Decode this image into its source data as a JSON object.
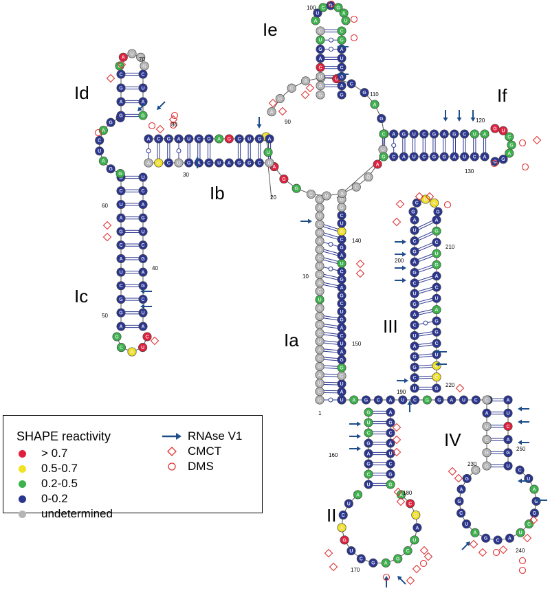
{
  "colors": {
    "high": "#e0203c",
    "mid": "#f2e224",
    "low": "#3bb24a",
    "none": "#2b3690",
    "undetermined": "#b5b5b5",
    "probe": "#e03030",
    "rnase": "#1e4d8a"
  },
  "domains": {
    "ia": "Ia",
    "ib": "Ib",
    "ic": "Ic",
    "id": "Id",
    "ie": "Ie",
    "if": "If",
    "ii": "II",
    "iii": "III",
    "iv": "IV"
  },
  "numbers": {
    "n1": "1",
    "n10": "10",
    "n20": "20",
    "n30": "30",
    "n40": "40",
    "n50": "50",
    "n60": "60",
    "n70": "70",
    "n80": "80",
    "n90": "90",
    "n100": "100",
    "n110": "110",
    "n120": "120",
    "n130": "130",
    "n140": "140",
    "n150": "150",
    "n160": "160",
    "n170": "170",
    "n180": "180",
    "n190": "190",
    "n200": "200",
    "n210": "210",
    "n220": "220",
    "n230": "230",
    "n240": "240",
    "n250": "250"
  },
  "legend": {
    "title": "SHAPE reactivity",
    "levels": [
      {
        "label": "> 0.7",
        "color": "#e0203c"
      },
      {
        "label": "0.5-0.7",
        "color": "#f2e224"
      },
      {
        "label": "0.2-0.5",
        "color": "#3bb24a"
      },
      {
        "label": "0-0.2",
        "color": "#2b3690"
      },
      {
        "label": "undetermined",
        "color": "#b5b5b5"
      }
    ],
    "probes": {
      "rnase": "RNAse V1",
      "cmct": "CMCT",
      "dms": "DMS"
    }
  }
}
